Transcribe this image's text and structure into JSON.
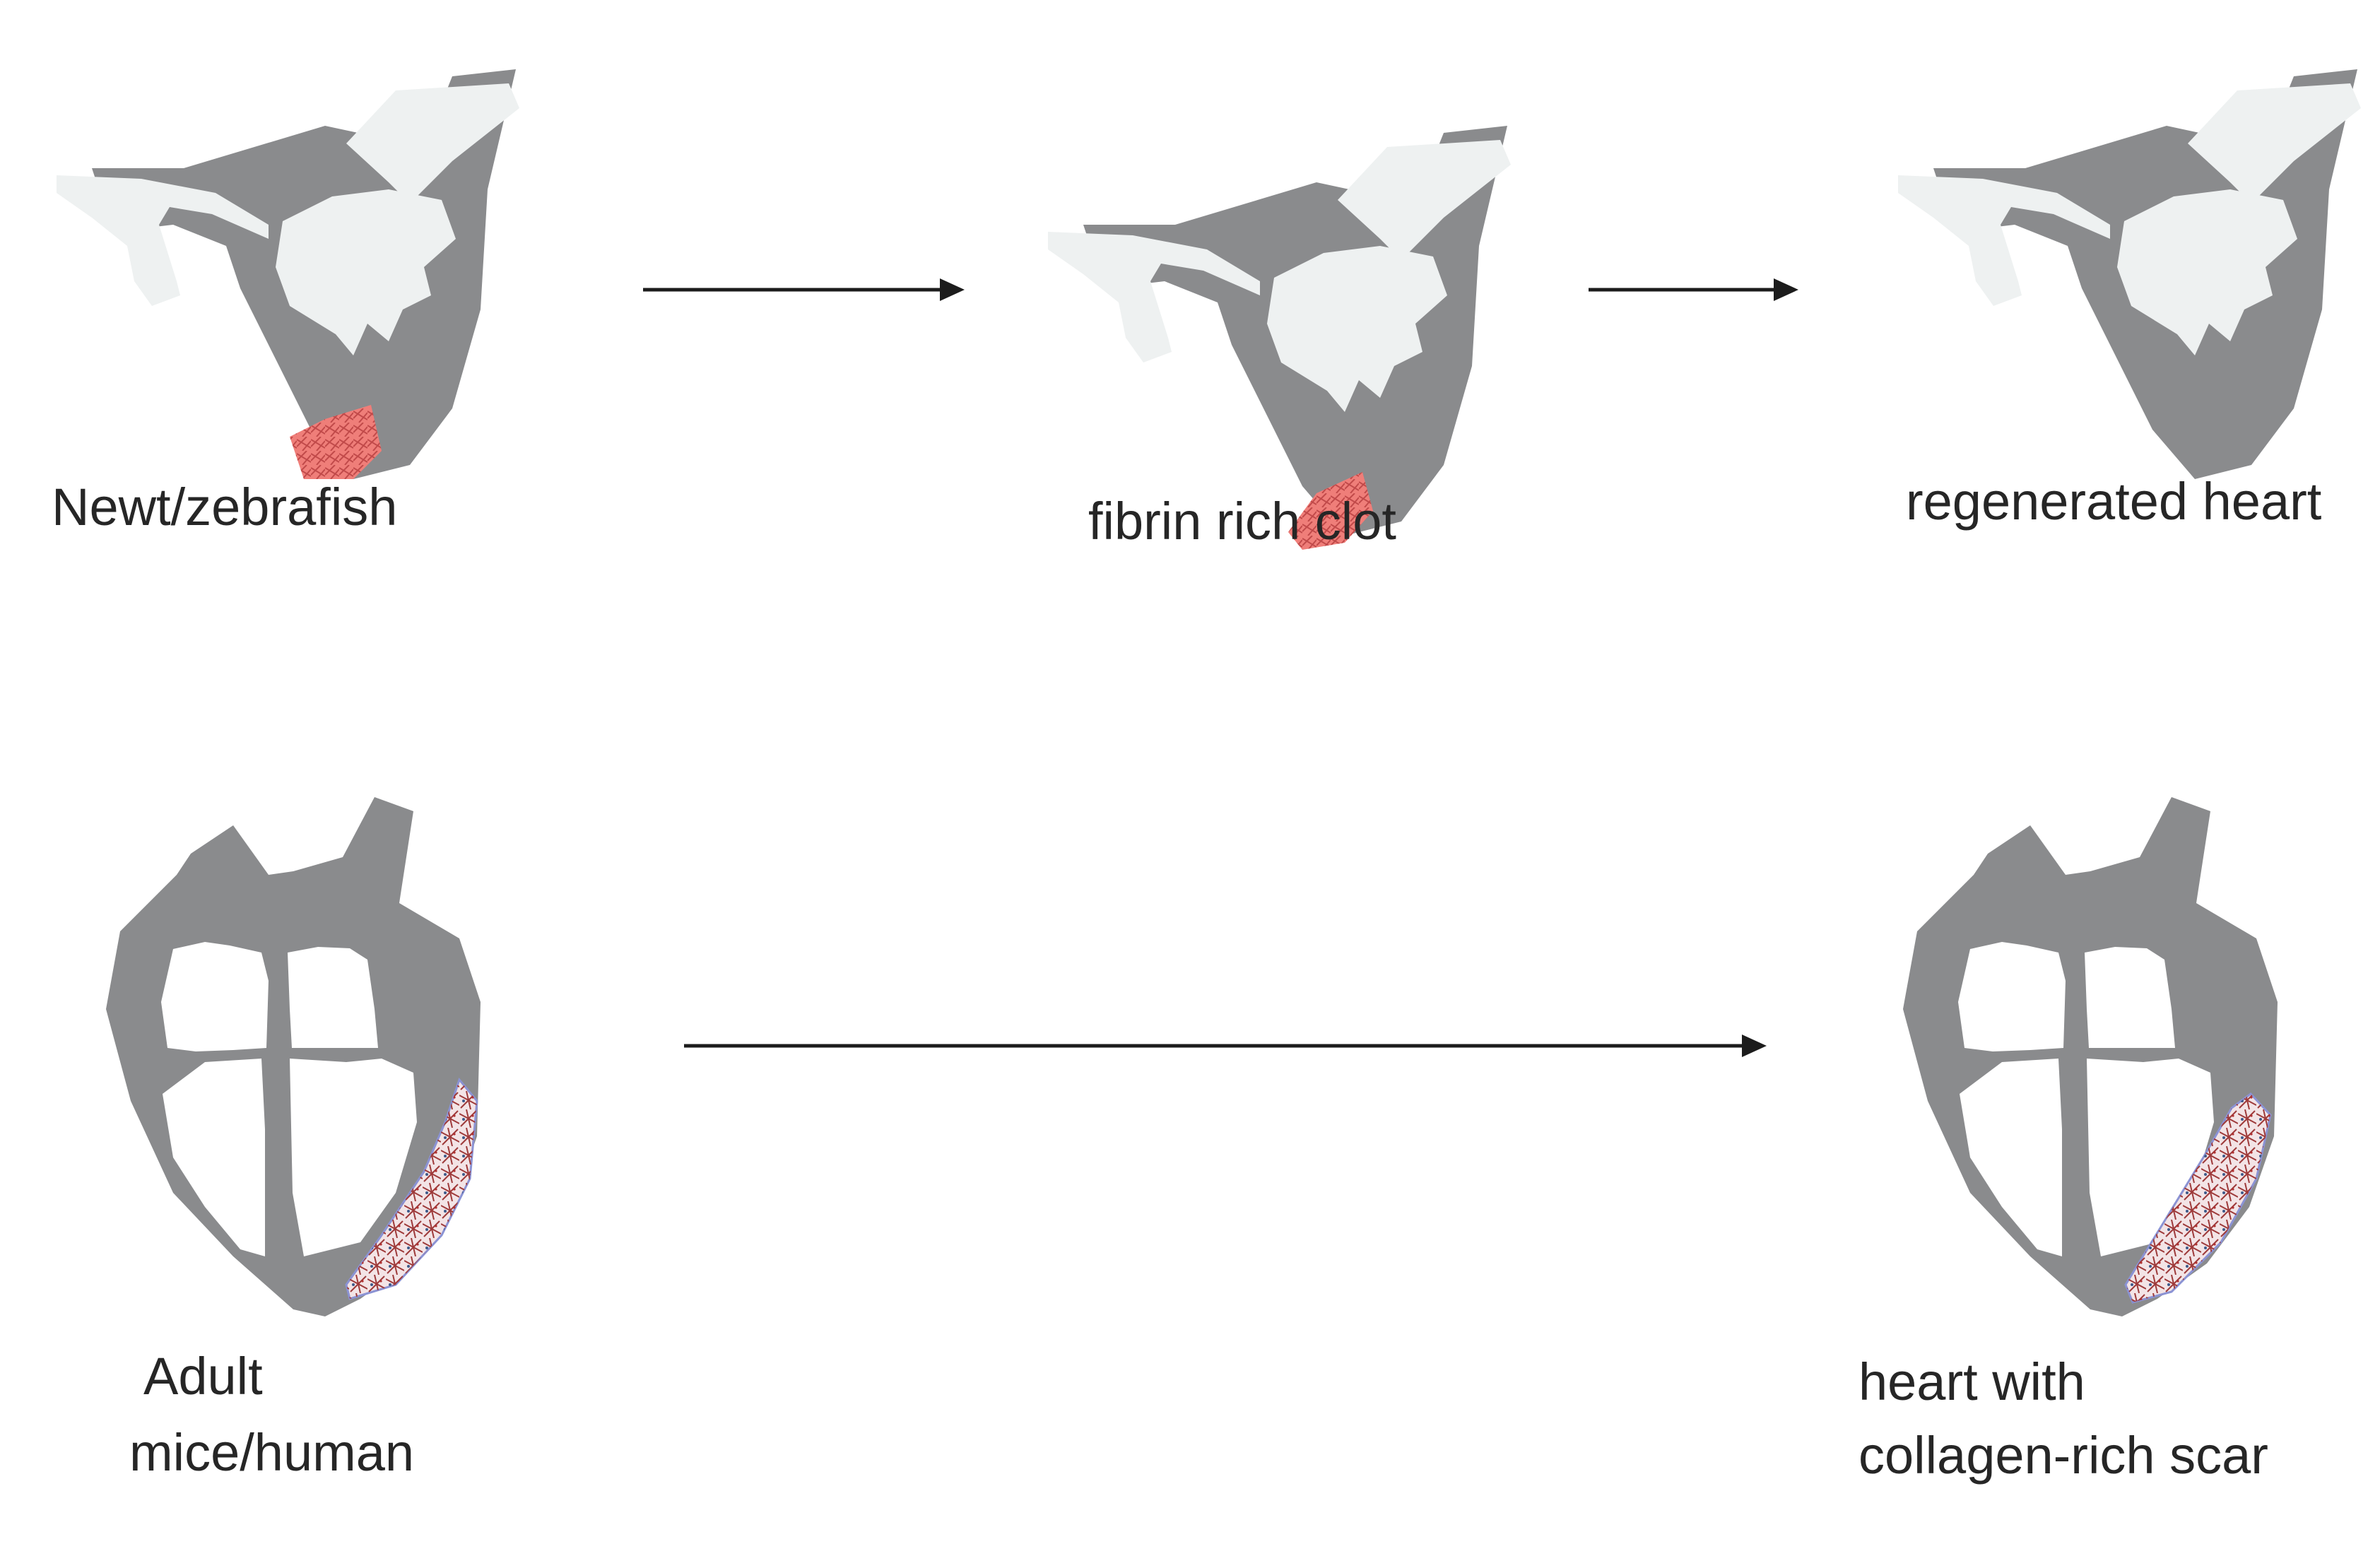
{
  "labels": {
    "newt": "Newt/zebrafish",
    "clot": "fibrin rich clot",
    "regen": "regenerated heart",
    "adult_line1": "Adult",
    "adult_line2": "mice/human",
    "scar_line1": "heart with",
    "scar_line2": "collagen-rich scar"
  },
  "colors": {
    "heart_body": "#8a8b8d",
    "heart_chamber": "#eef1f1",
    "injury_fill": "#ef7e79",
    "scar_fill": "#f3e4e6",
    "scar_fibers": "#9e3a3a",
    "scar_outline": "#8b93d4",
    "arrow": "#1c1c1c",
    "text": "#262626"
  }
}
